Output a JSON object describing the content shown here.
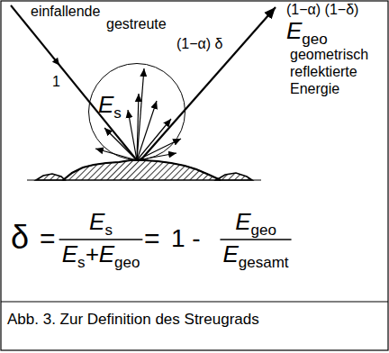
{
  "diagram": {
    "caption": "Abb. 3. Zur Definition des Streugrads",
    "nodes": [
      {
        "text": [
          "E",
          "s"
        ]
      }
    ],
    "labels": [
      "einfallende",
      "1",
      "gestreute",
      "(1−α) δ",
      "(1−α) (1−δ)",
      "E",
      "geo",
      "geometrisch",
      "reflektierte",
      "Energie",
      "δ",
      "=",
      "E",
      "s",
      "E",
      "s",
      "+E",
      "geo",
      "=",
      "1 -",
      "E",
      "geo",
      "E",
      "gesamt"
    ]
  }
}
